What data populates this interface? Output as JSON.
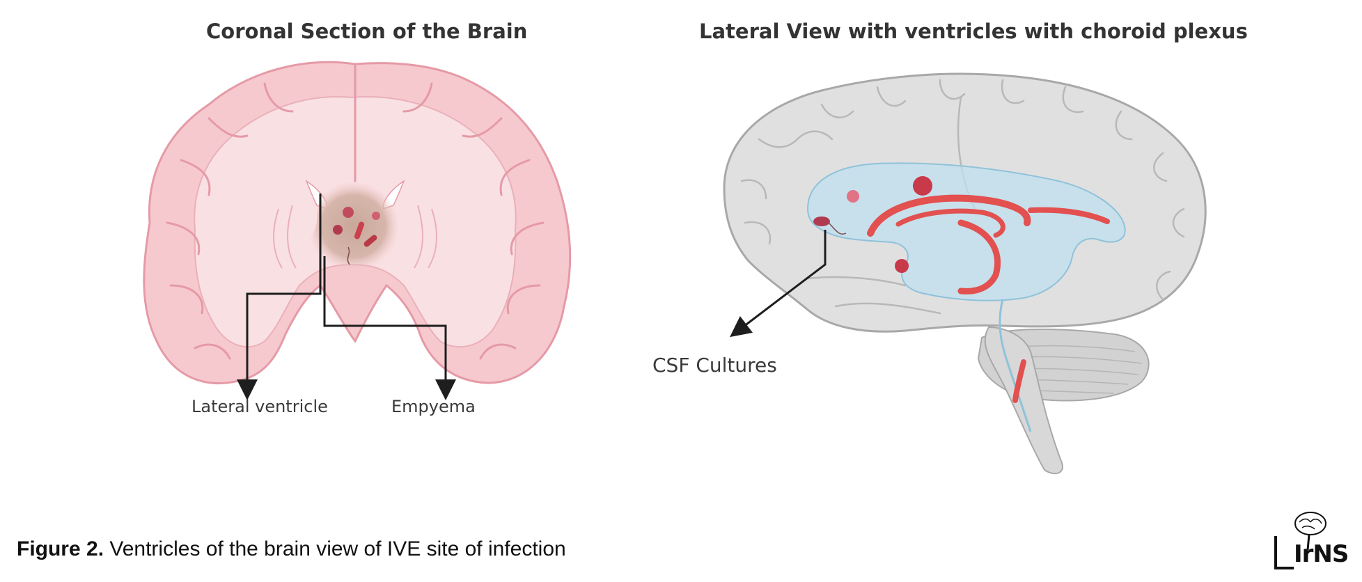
{
  "figure": {
    "left_panel": {
      "title": "Coronal Section of the Brain"
    },
    "right_panel": {
      "title": "Lateral View with ventricles with choroid plexus"
    },
    "labels": {
      "lateral_ventricle": "Lateral ventricle",
      "empyema": "Empyema",
      "csf_cultures": "CSF Cultures"
    },
    "caption": {
      "number": "Figure 2.",
      "text": "Ventricles of the brain view of IVE site of infection"
    },
    "logo": {
      "text": "IrNS",
      "icon": "brain-logo-icon"
    }
  },
  "colors": {
    "coronal_outer": "#f6c9cf",
    "coronal_inner": "#f9e0e3",
    "coronal_stroke": "#e59aa6",
    "empyema": "#c9a89a",
    "brain_gray": "#dcdcdc",
    "brain_stroke": "#a8a8a8",
    "ventricle_blue": "#bfe0ef",
    "choroid_red": "#e2504f",
    "arrow": "#1e1e1e"
  }
}
